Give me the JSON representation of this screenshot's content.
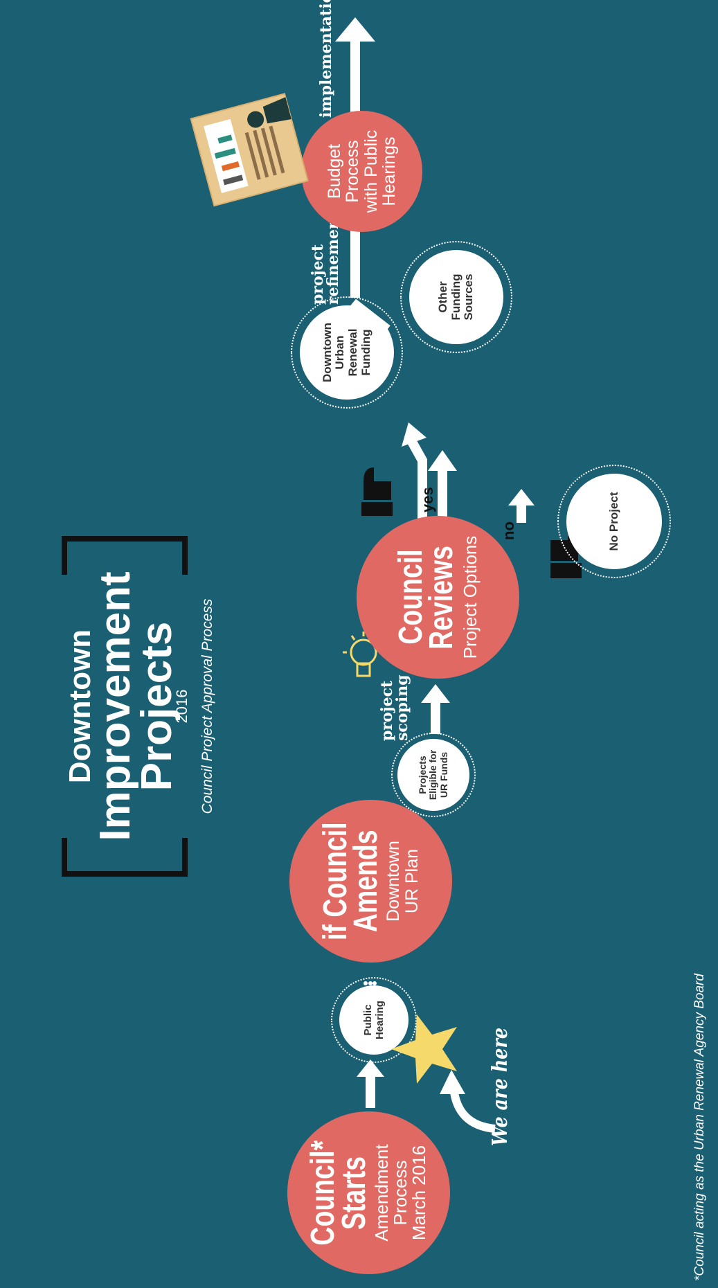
{
  "title": {
    "line1": "Downtown",
    "line2": "Improvement",
    "line3": "Projects",
    "year": "2016",
    "subtitle": "Council Project Approval Process"
  },
  "steps": {
    "start": {
      "heading1": "Council*",
      "heading2": "Starts",
      "detail": "Amendment Process March 2016"
    },
    "public_hearing": "Public Hearing",
    "you_are_here": "We are here",
    "amends": {
      "heading1": "if Council",
      "heading2": "Amends",
      "detail": "Downtown UR Plan"
    },
    "eligible": "Projects Eligible for UR Funds",
    "scoping": "project scoping",
    "reviews": {
      "heading1": "Council",
      "heading2": "Reviews",
      "detail": "Project Options"
    },
    "yes_label": "yes",
    "no_label": "no",
    "no_project": "No Project",
    "ur_funding": "Downtown Urban Renewal Funding",
    "other_funding": "Other Funding Sources",
    "refinement": "project refinement",
    "budget": "Budget Process with Public Hearings",
    "implementation": "implementation"
  },
  "footnote": "*Council acting as the Urban Renewal Agency Board",
  "colors": {
    "background": "#1b5f72",
    "circle_red": "#e06a63",
    "white": "#ffffff",
    "star": "#f5d96b",
    "easel": "#e9c98f"
  },
  "icons": [
    "star-icon",
    "curved-arrow-icon",
    "lightbulb-icon",
    "thumbs-up-icon",
    "thumbs-down-icon",
    "presenter-easel-icon"
  ]
}
